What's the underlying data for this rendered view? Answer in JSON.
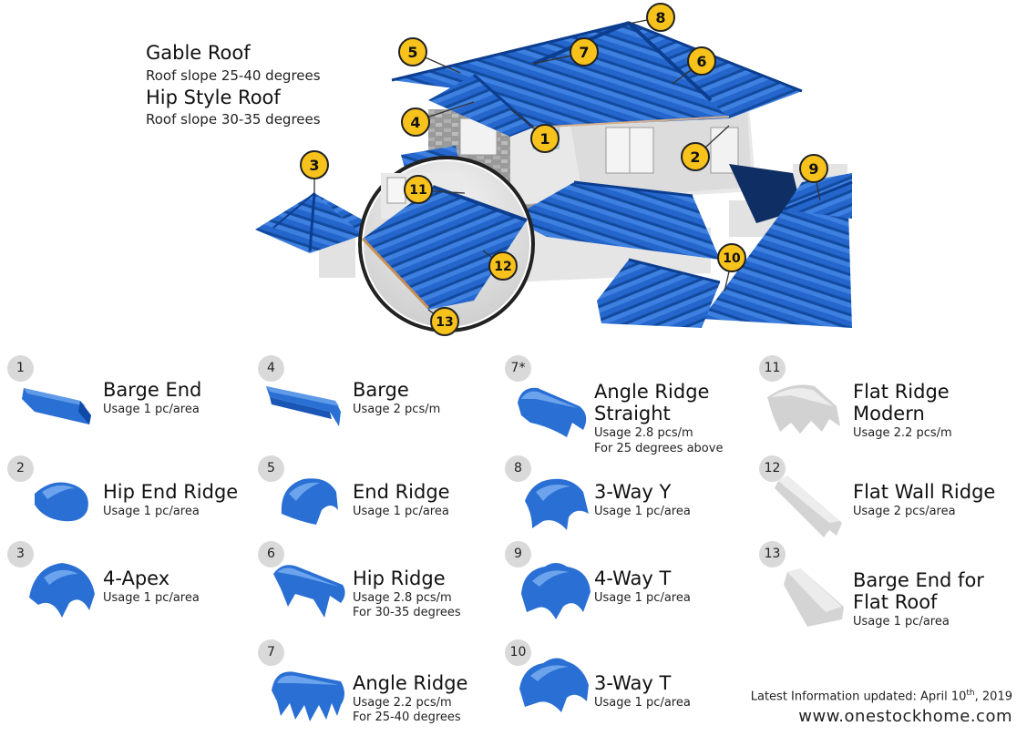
{
  "header": {
    "gable_title": "Gable Roof",
    "gable_slope": "Roof slope 25-40 degrees",
    "hip_title": "Hip Style Roof",
    "hip_slope": "Roof slope 30-35 degrees"
  },
  "markers": [
    "1",
    "2",
    "3",
    "4",
    "5",
    "6",
    "7",
    "8",
    "9",
    "10",
    "11",
    "12",
    "13"
  ],
  "colors": {
    "roof_blue": "#1f63c8",
    "roof_dark": "#0c3d8f",
    "marker_yellow": "#f7c21b",
    "wall": "#e6e6e6",
    "grey_tile": "#d4d4d4"
  },
  "parts": [
    {
      "num": "1",
      "name": "Barge End",
      "usage": "Usage 1 pc/area",
      "note": ""
    },
    {
      "num": "2",
      "name": "Hip End Ridge",
      "usage": "Usage 1 pc/area",
      "note": ""
    },
    {
      "num": "3",
      "name": "4-Apex",
      "usage": "Usage 1 pc/area",
      "note": ""
    },
    {
      "num": "4",
      "name": "Barge",
      "usage": "Usage 2 pcs/m",
      "note": ""
    },
    {
      "num": "5",
      "name": "End Ridge",
      "usage": "Usage 1 pc/area",
      "note": ""
    },
    {
      "num": "6",
      "name": "Hip Ridge",
      "usage": "Usage 2.8 pcs/m",
      "note": "For 30-35 degrees"
    },
    {
      "num": "7",
      "name": "Angle Ridge",
      "usage": "Usage 2.2 pcs/m",
      "note": "For 25-40 degrees"
    },
    {
      "num": "7*",
      "name": "Angle Ridge Straight",
      "name_line1": "Angle Ridge",
      "name_line2": "Straight",
      "usage": "Usage 2.8 pcs/m",
      "note": "For 25 degrees above"
    },
    {
      "num": "8",
      "name": "3-Way Y",
      "usage": "Usage 1 pc/area",
      "note": ""
    },
    {
      "num": "9",
      "name": "4-Way T",
      "usage": "Usage 1 pc/area",
      "note": ""
    },
    {
      "num": "10",
      "name": "3-Way T",
      "usage": "Usage 1 pc/area",
      "note": ""
    },
    {
      "num": "11",
      "name": "Flat Ridge Modern",
      "name_line1": "Flat Ridge",
      "name_line2": "Modern",
      "usage": "Usage 2.2 pcs/m",
      "note": ""
    },
    {
      "num": "12",
      "name": "Flat Wall Ridge",
      "usage": "Usage 2 pcs/area",
      "note": ""
    },
    {
      "num": "13",
      "name": "Barge End for Flat Roof",
      "name_line1": "Barge End for",
      "name_line2": "Flat Roof",
      "usage": "Usage 1 pc/area",
      "note": ""
    }
  ],
  "footer": {
    "updated_prefix": "Latest Information updated: April 10",
    "updated_sup": "th",
    "updated_suffix": ", 2019",
    "website": "www.onestockhome.com"
  }
}
